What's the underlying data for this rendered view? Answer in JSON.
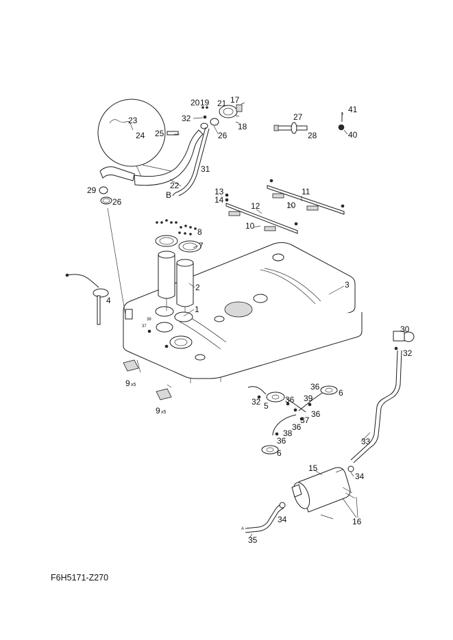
{
  "diagram": {
    "reference": "F6H5171-Z270",
    "parts": {
      "p1": "1",
      "p2": "2",
      "p3": "3",
      "p4": "4",
      "p5": "5",
      "p6a": "6",
      "p6b": "6",
      "p7": "7",
      "p8": "8",
      "p9a": "9",
      "p9b": "9",
      "qty9": "x5",
      "p10a": "10",
      "p10b": "10",
      "p11": "11",
      "p12": "12",
      "p13": "13",
      "p14": "14",
      "p15": "15",
      "p16": "16",
      "p17": "17",
      "p18": "18",
      "p19": "19",
      "p20": "20",
      "p21": "21",
      "p22": "22",
      "p23": "23",
      "p24": "24",
      "p25": "25",
      "p26a": "26",
      "p26b": "26",
      "p27": "27",
      "p28": "28",
      "p29": "29",
      "p30": "30",
      "p31": "31",
      "p32a": "32",
      "p32b": "32",
      "p32c": "32",
      "p33": "33",
      "p34a": "34",
      "p34b": "34",
      "p35": "35",
      "p36a": "36",
      "p36b": "36",
      "p36c": "36",
      "p36d": "36",
      "p36e": "36",
      "p37a": "37",
      "p37b": "37",
      "p38a": "38",
      "p38b": "38",
      "p39": "39",
      "p40": "40",
      "p41": "41",
      "refB": "B",
      "refA": "A"
    }
  }
}
